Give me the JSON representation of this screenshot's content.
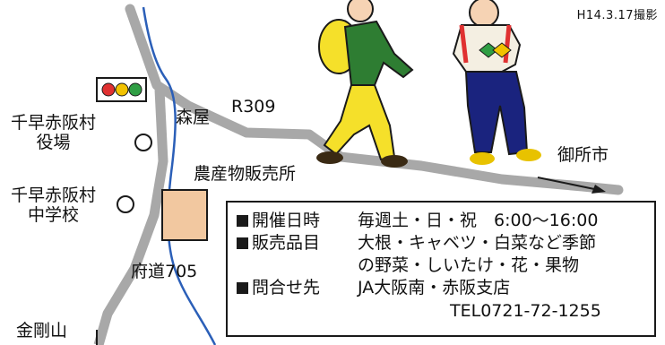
{
  "photo_caption": "H14.3.17撮影",
  "places": {
    "village_office": "千早赤阪村\n役場",
    "junior_high": "千早赤阪村\n中学校",
    "moriya": "森屋",
    "route": "R309",
    "market": "農産物販売所",
    "goshoichi": "御所市",
    "prefectural_road": "府道705",
    "mount": "金剛山"
  },
  "info": {
    "rows": [
      {
        "label": "開催日時",
        "value": "毎週土・日・祝　6:00～16:00"
      },
      {
        "label": "販売品目",
        "value": "大根・キャベツ・白菜など季節"
      },
      {
        "label": "問合せ先",
        "value": "JA大阪南・赤阪支店"
      }
    ],
    "items_continued": "の野菜・しいたけ・花・果物",
    "tel": "TEL0721-72-1255"
  },
  "colors": {
    "road": "#a8a8a8",
    "river": "#2b5fb8",
    "market_fill": "#f2c8a0",
    "signal_red": "#e03131",
    "signal_yellow": "#f2c200",
    "signal_green": "#2f9e44",
    "hiker_yellow": "#f5e02a",
    "hiker_green": "#2e7d32",
    "hiker_navy": "#1a237e",
    "skin": "#f6d3b4"
  }
}
